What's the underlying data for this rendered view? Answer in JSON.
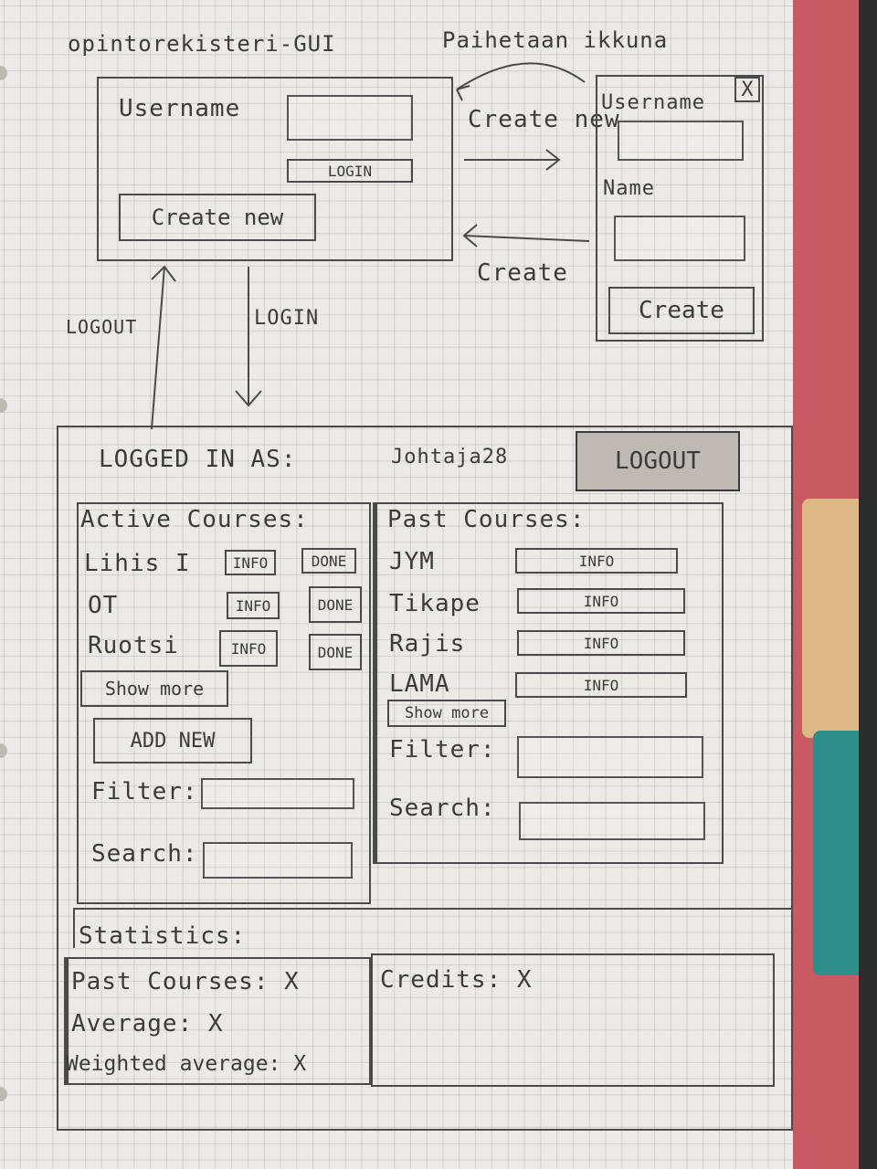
{
  "title": "opintorekisteri-GUI",
  "note": "Paihetaan ikkuna",
  "login_view": {
    "username_label": "Username",
    "login_button": "LOGIN",
    "create_new_button": "Create new"
  },
  "transitions": {
    "create_new": "Create new",
    "create_back": "Create",
    "logout": "LOGOUT",
    "login": "LOGIN"
  },
  "create_view": {
    "close_label": "X",
    "username_label": "Username",
    "name_label": "Name",
    "create_button": "Create"
  },
  "main_view": {
    "logged_in_label": "LOGGED IN AS:",
    "username": "Johtaja28",
    "logout_button": "LOGOUT",
    "active_courses": {
      "title": "Active Courses:",
      "rows": [
        {
          "name": "Lihis I",
          "info": "INFO",
          "done": "DONE"
        },
        {
          "name": "OT",
          "info": "INFO",
          "done": "DONE"
        },
        {
          "name": "Ruotsi",
          "info": "INFO",
          "done": "DONE"
        }
      ],
      "show_more": "Show more",
      "add_new": "ADD NEW",
      "filter_label": "Filter:",
      "search_label": "Search:"
    },
    "past_courses": {
      "title": "Past Courses:",
      "rows": [
        {
          "name": "JYM",
          "info": "INFO"
        },
        {
          "name": "Tikape",
          "info": "INFO"
        },
        {
          "name": "Rajis",
          "info": "INFO"
        },
        {
          "name": "LAMA",
          "info": "INFO"
        }
      ],
      "show_more": "Show more",
      "filter_label": "Filter:",
      "search_label": "Search:"
    },
    "statistics": {
      "title": "Statistics:",
      "past_courses": "Past Courses: X",
      "average": "Average: X",
      "weighted_average": "Weighted average: X",
      "credits": "Credits: X"
    }
  }
}
